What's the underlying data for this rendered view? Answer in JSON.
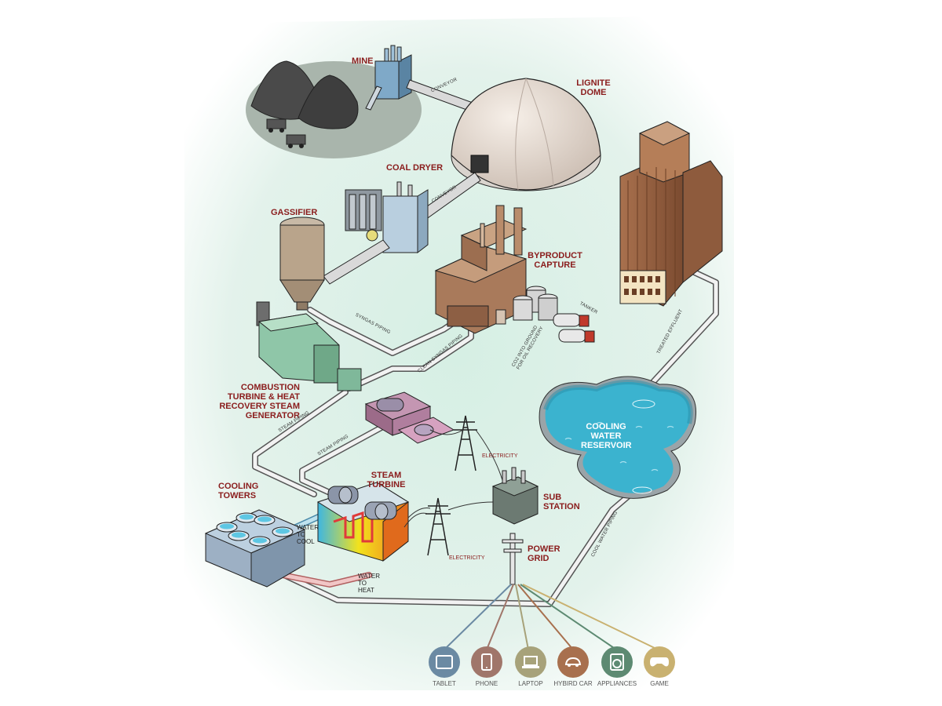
{
  "labels": {
    "mine": "MINE",
    "lignite_dome": "LIGNITE DOME",
    "coal_dryer": "COAL DRYER",
    "gassifier": "GASSIFIER",
    "byproduct_capture": "BYPRODUCT CAPTURE",
    "combustion_turbine": "COMBUSTION TURBINE & HEAT RECOVERY STEAM GENERATOR",
    "cooling_towers": "COOLING TOWERS",
    "steam_turbine": "STEAM TURBINE",
    "sub_station": "SUB STATION",
    "power_grid": "POWER GRID",
    "cooling_water_reservoir": "COOLING WATER RESERVOIR"
  },
  "pipe_labels": {
    "conveyor_1": "CONVEYOR",
    "conveyor_2": "CONVEYOR",
    "syngas_piping": "SYNGAS PIPING",
    "clean_syngas_piping": "CLEAN SYNGAS PIPING",
    "co2_underground": "CO2 INTO GROUND FOR OIL RECOVERY",
    "tanker": "TANKER",
    "treated_effluent": "TREATED EFFLUENT",
    "steam_piping_1": "STEAM PIPING",
    "steam_piping_2": "STEAM PIPING",
    "cool_water_piping": "COOL WATER PIPING"
  },
  "notes": {
    "electricity_1": "ELECTRICITY",
    "electricity_2": "ELECTRICITY",
    "water_to_cool": "WATER TO COOL",
    "water_to_heat": "WATER TO HEAT"
  },
  "devices": [
    {
      "name": "tablet",
      "label": "TABLET",
      "icon": "tablet-icon",
      "color": "#6b8aa3"
    },
    {
      "name": "phone",
      "label": "PHONE",
      "icon": "phone-icon",
      "color": "#a0766a"
    },
    {
      "name": "laptop",
      "label": "LAPTOP",
      "icon": "laptop-icon",
      "color": "#a7a27a"
    },
    {
      "name": "hybird-car",
      "label": "HYBIRD CAR",
      "icon": "car-icon",
      "color": "#a8704e"
    },
    {
      "name": "appliances",
      "label": "APPLIANCES",
      "icon": "washer-icon",
      "color": "#5d8a72"
    },
    {
      "name": "game",
      "label": "GAME",
      "icon": "gamepad-icon",
      "color": "#c9b170"
    }
  ],
  "colors": {
    "ground": "#dcefe6",
    "label": "#8a1c1c",
    "water": "#3bb3cf",
    "pipe": "#f2f2f2"
  }
}
